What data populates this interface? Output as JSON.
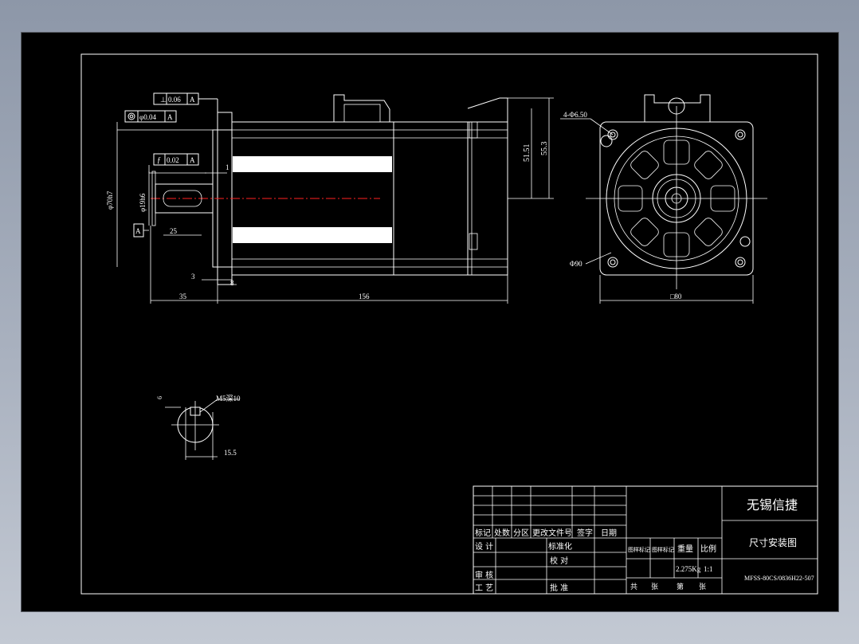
{
  "drawing": {
    "tolerances": {
      "perpendicularity": "0.06",
      "concentricity": "φ0.04",
      "runout": "0.02",
      "datum": "A"
    },
    "dimensions": {
      "pilot_dia": "φ70h7",
      "shaft_dia": "φ19h6",
      "key_len": "25",
      "shaft_len": "35",
      "body_len": "156",
      "flange_thk": "8",
      "pilot_len": "3",
      "height_1": "51.51",
      "height_2": "55.3",
      "holes": "4-Φ6.50",
      "bolt_circle": "Φ90",
      "square": "□80",
      "key_mark": "1",
      "tap_hole": "M5深10",
      "key_depth": "15.5",
      "key_width": "6"
    }
  },
  "title_block": {
    "company": "无锡信捷",
    "drawing_title": "尺寸安装图",
    "part_number": "MFSS-80CS/0836H22-507",
    "weight": "2.275Kg",
    "scale": "1:1",
    "headers": [
      "标记",
      "处数",
      "分区",
      "更改文件号",
      "签字",
      "日期"
    ],
    "rows": {
      "design": "设 计",
      "standard": "标准化",
      "check": "校 对",
      "review": "审 核",
      "process": "工 艺",
      "approve": "批 准"
    },
    "stage_labels": [
      "图样标记",
      "图样标记"
    ],
    "weight_label": "重量",
    "scale_label": "比例",
    "sheet_labels": [
      "共",
      "张",
      "第",
      "张"
    ]
  }
}
